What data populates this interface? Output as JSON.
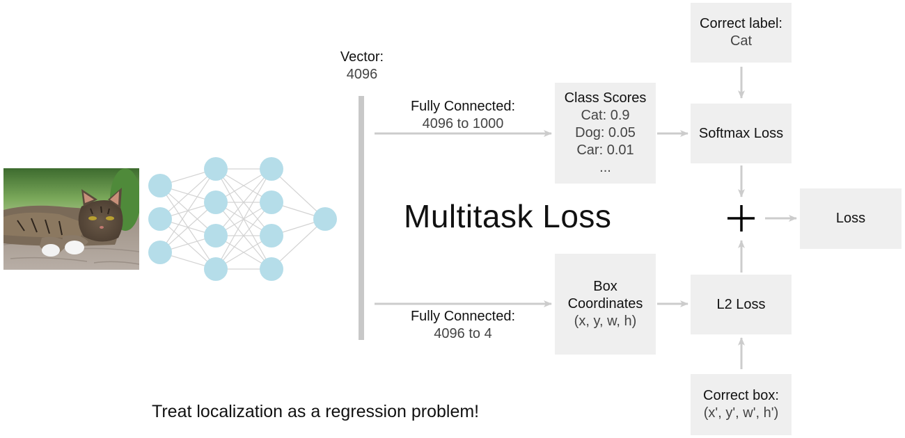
{
  "title": "Multitask Loss",
  "caption": "Treat localization as a regression problem!",
  "input_image": {
    "subject": "cat",
    "icon": "cat-photo"
  },
  "network": {
    "layers": [
      3,
      4,
      4,
      1
    ],
    "node_color": "#b5dde9",
    "edge_color": "#d3d3d3"
  },
  "vector": {
    "label": "Vector:",
    "value": "4096"
  },
  "fc_top": {
    "label": "Fully Connected:",
    "value": "4096 to 1000"
  },
  "fc_bottom": {
    "label": "Fully Connected:",
    "value": "4096 to 4"
  },
  "class_scores": {
    "title": "Class Scores",
    "items": [
      "Cat: 0.9",
      "Dog: 0.05",
      "Car: 0.01",
      "..."
    ]
  },
  "box_coords": {
    "line1": "Box",
    "line2": "Coordinates",
    "line3": "(x, y, w, h)"
  },
  "correct_label": {
    "label": "Correct label:",
    "value": "Cat"
  },
  "softmax_loss": {
    "label": "Softmax Loss"
  },
  "l2_loss": {
    "label": "L2 Loss"
  },
  "correct_box": {
    "label": "Correct box:",
    "value": "(x', y', w', h')"
  },
  "plus": {
    "symbol": "+"
  },
  "loss": {
    "label": "Loss"
  },
  "colors": {
    "box_bg": "#efefef",
    "arrow": "#cccccc",
    "bar": "#c8c8c8",
    "text": "#111111"
  }
}
